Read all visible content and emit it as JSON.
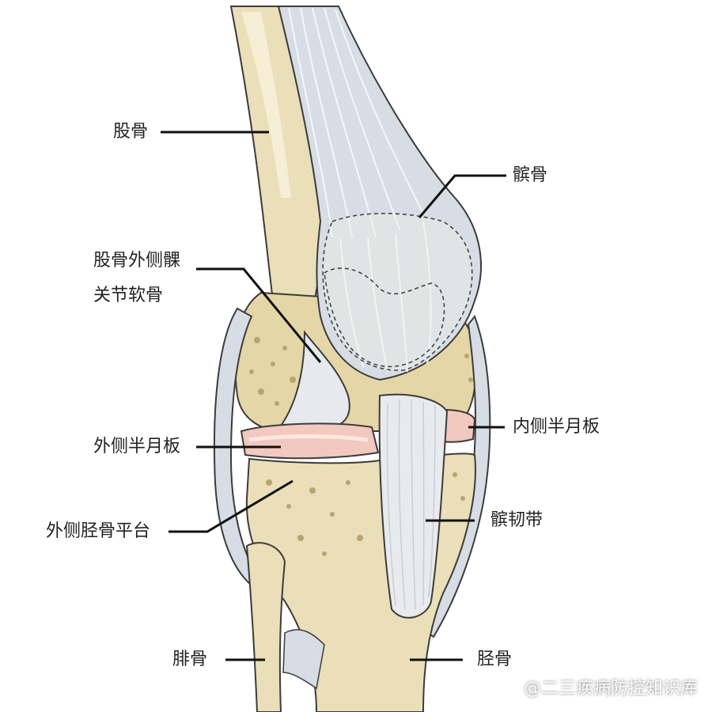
{
  "labels": {
    "femur": "股骨",
    "lateral_condyle_cartilage_line1": "股骨外侧髁",
    "lateral_condyle_cartilage_line2": "关节软骨",
    "lateral_meniscus": "外侧半月板",
    "lateral_tibial_plateau": "外侧胫骨平台",
    "fibula": "腓骨",
    "patella": "髌骨",
    "medial_meniscus": "内侧半月板",
    "patellar_ligament": "髌韧带",
    "tibia": "胫骨"
  },
  "watermark": "@二三疾病防控知识库",
  "colors": {
    "bone": "#eadfb8",
    "bone_shade": "#d8c894",
    "ligament": "#d6dde4",
    "ligament_line": "#f4f6f8",
    "cartilage": "#e7e9ee",
    "meniscus": "#f2c9bf",
    "outline": "#3c3c3c",
    "leader": "#111111"
  }
}
